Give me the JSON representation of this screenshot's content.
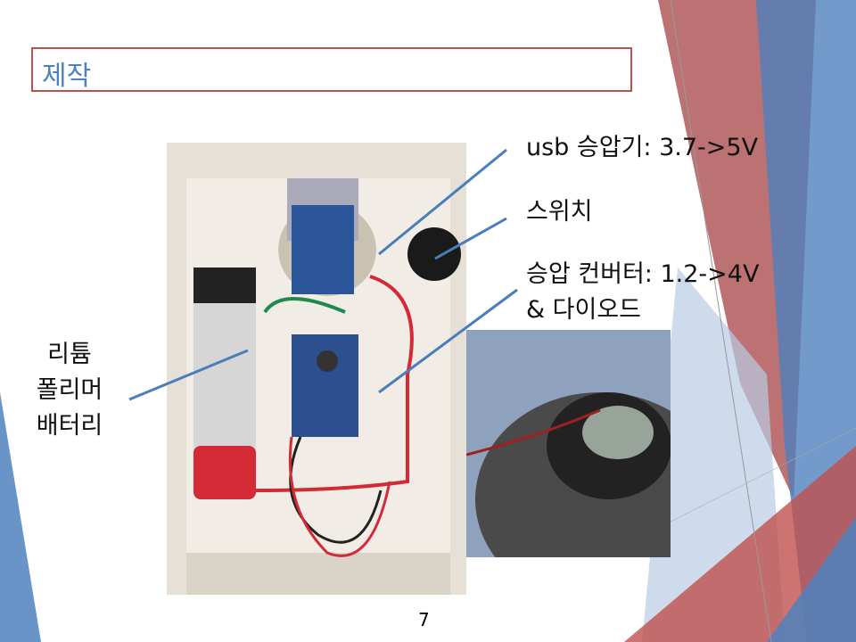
{
  "slide": {
    "title": "제작",
    "page_number": "7",
    "labels": {
      "usb_booster": "usb 승압기: 3.7->5V",
      "switch": "스위치",
      "converter_line1": "승압 컨버터: 1.2->4V",
      "converter_line2": "& 다이오드",
      "battery_line1": "리튬",
      "battery_line2": "폴리머",
      "battery_line3": "배터리"
    }
  },
  "colors": {
    "accent_red": "#c0504d",
    "accent_blue": "#4f81bd"
  }
}
